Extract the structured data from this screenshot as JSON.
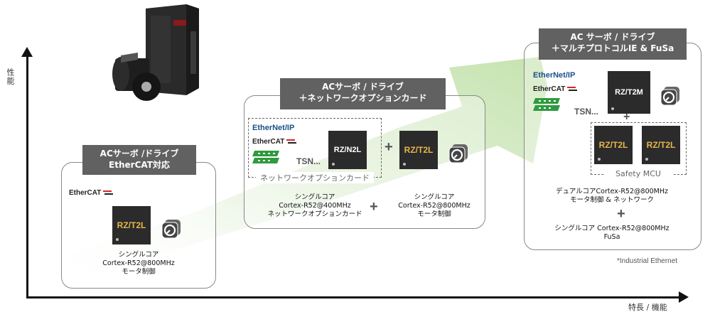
{
  "axes": {
    "y_label": "性能",
    "x_label": "特長 / 機能"
  },
  "stage1": {
    "title_line1": "ACサーボ /ドライブ",
    "title_line2": "EtherCAT対応",
    "logo": "EtherCAT",
    "chip": "RZ/T2L",
    "desc": [
      "シングルコア",
      "Cortex-R52@800MHz",
      "モータ制御"
    ]
  },
  "stage2": {
    "title_line1": "ACサーボ / ドライブ",
    "title_line2": "＋ネットワークオプションカード",
    "logo_eip": "EtherNet/IP",
    "logo_ethercat": "EtherCAT",
    "tsn": "TSN...",
    "chip_a": "RZ/N2L",
    "chip_b": "RZ/T2L",
    "option_card_label": "ネットワークオプションカード",
    "desc_a": [
      "シングルコア",
      "Cortex-R52@400MHz",
      "ネットワークオプションカード"
    ],
    "desc_b": [
      "シングルコア",
      "Cortex-R52@800MHz",
      "モータ制御"
    ],
    "plus": "+"
  },
  "stage3": {
    "title_line1": "AC サーボ / ドライブ",
    "title_line2": "＋マルチプロトコルIE & FuSa",
    "logo_eip": "EtherNet/IP",
    "logo_ethercat": "EtherCAT",
    "tsn": "TSN...",
    "chip_main": "RZ/T2M",
    "chip_l1": "RZ/T2L",
    "chip_l2": "RZ/T2L",
    "safety_label": "Safety MCU",
    "desc_top": [
      "デュアルコアCortex-R52@800MHz",
      "モータ制御 & ネットワーク"
    ],
    "desc_bottom": [
      "シングルコア Cortex-R52@800MHz",
      "FuSa"
    ],
    "plus": "+"
  },
  "footnote": "*Industrial Ethernet",
  "colors": {
    "header": "#616161",
    "chip": "#2b2b2b",
    "t2l_text": "#e8b64a",
    "arrow_green": "#c9e2b5"
  },
  "icons": [
    "motor-drive-photo",
    "encoder-icon",
    "plus-icon",
    "profinet-logo"
  ]
}
